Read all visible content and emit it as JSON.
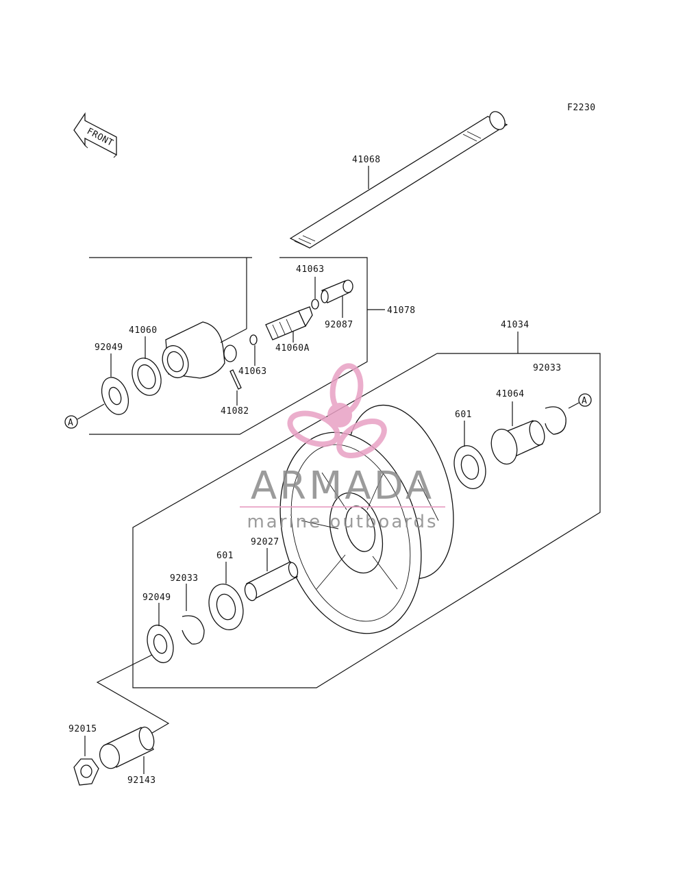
{
  "diagram": {
    "code": "F2230",
    "front_label": "FRONT",
    "ref_marker": "A",
    "parts": {
      "p41068": "41068",
      "p41063a": "41063",
      "p41078": "41078",
      "p92087": "92087",
      "p41060": "41060",
      "p41060a": "41060A",
      "p41063b": "41063",
      "p92049a": "92049",
      "p41082": "41082",
      "p41034": "41034",
      "p92033a": "92033",
      "p41064": "41064",
      "p601a": "601",
      "p92027": "92027",
      "p601b": "601",
      "p92033b": "92033",
      "p92049b": "92049",
      "p92015": "92015",
      "p92143": "92143"
    }
  },
  "watermark": {
    "brand": "ARMADA",
    "tagline": "marine outboards",
    "color": "#e8a0c4"
  }
}
